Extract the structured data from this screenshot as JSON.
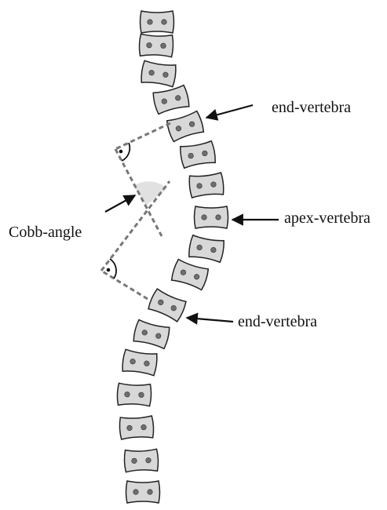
{
  "labels": {
    "end_vertebra_top": "end-vertebra",
    "apex_vertebra": "apex-vertebra",
    "end_vertebra_bottom": "end-vertebra",
    "cobb_angle": "Cobb-angle"
  },
  "vertebrae": [
    {
      "id": "v1"
    },
    {
      "id": "v2"
    },
    {
      "id": "v3"
    },
    {
      "id": "v4"
    },
    {
      "id": "v5",
      "role": "end-vertebra"
    },
    {
      "id": "v6"
    },
    {
      "id": "v7"
    },
    {
      "id": "v8",
      "role": "apex-vertebra"
    },
    {
      "id": "v9"
    },
    {
      "id": "v10"
    },
    {
      "id": "v11",
      "role": "end-vertebra"
    },
    {
      "id": "v12"
    },
    {
      "id": "v13"
    },
    {
      "id": "v14"
    },
    {
      "id": "v15"
    },
    {
      "id": "v16"
    },
    {
      "id": "v17"
    }
  ],
  "colors": {
    "vertebra_fill": "#d8d8d8",
    "vertebra_stroke": "#222222",
    "pedicle_dot": "#6e6e6e",
    "dashed_line": "#777777",
    "angle_wedge": "#dcdcdc",
    "arrow": "#111111",
    "text": "#111111"
  }
}
